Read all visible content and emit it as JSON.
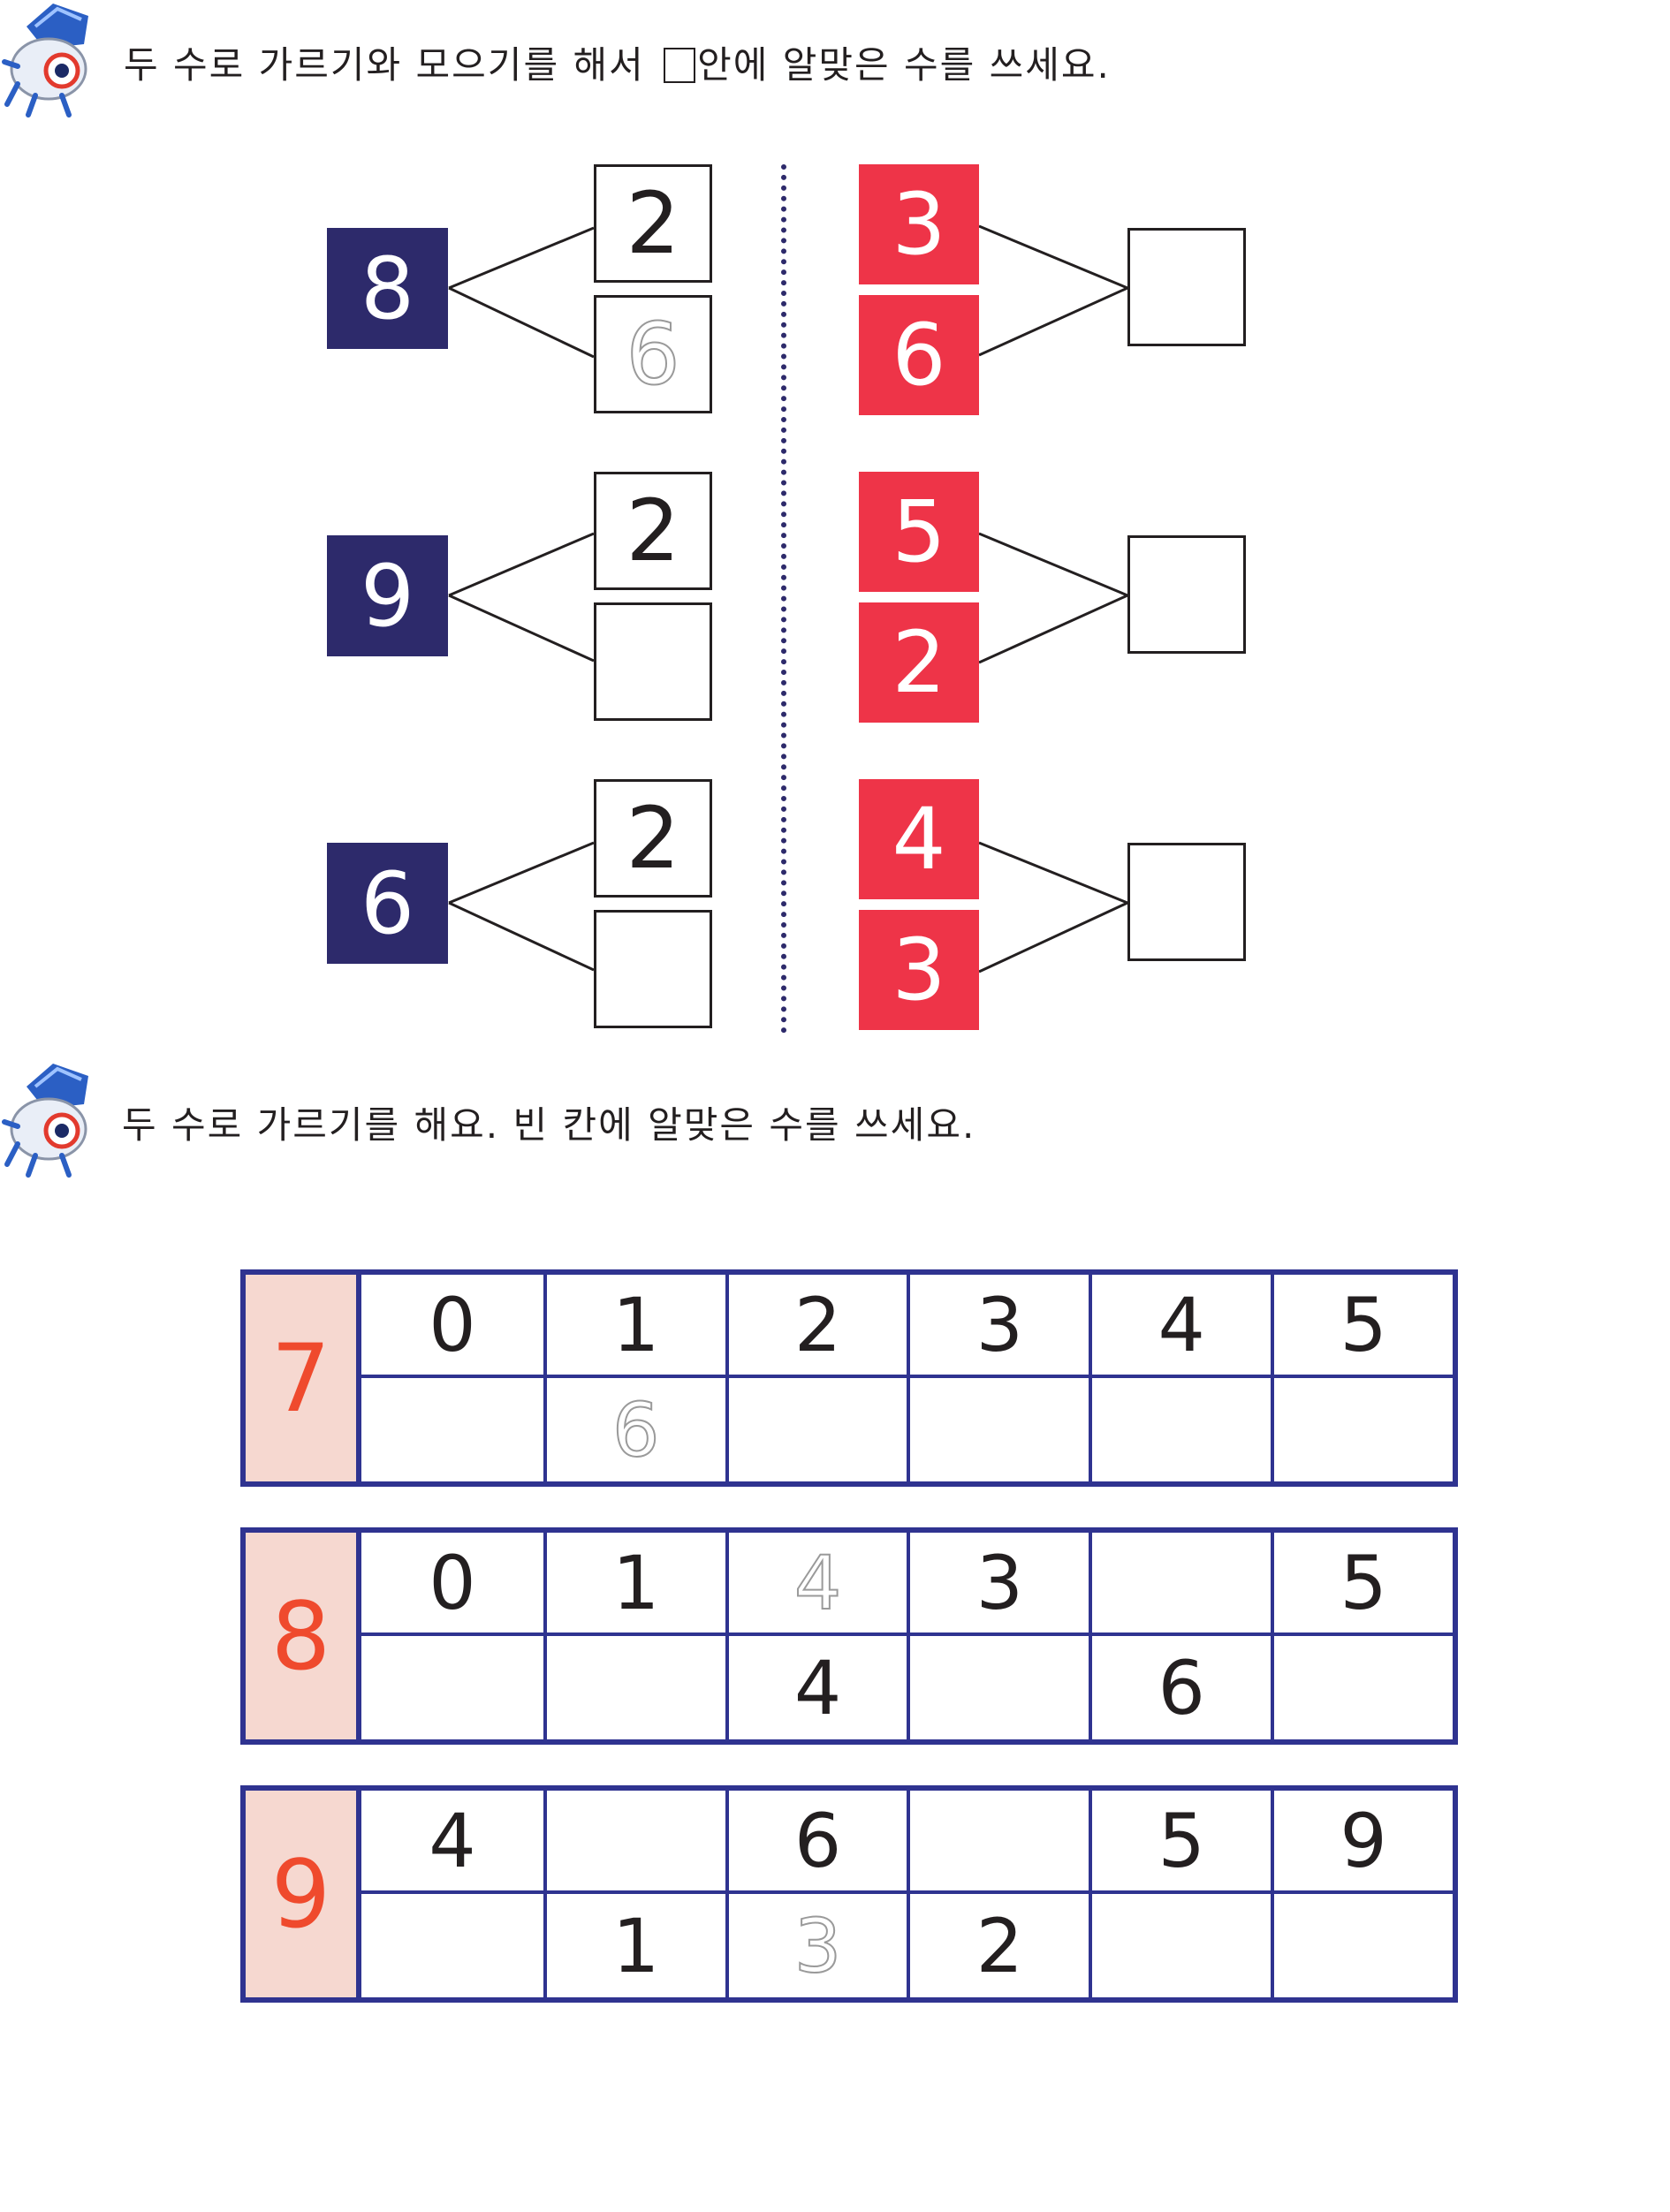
{
  "section1": {
    "instruction_before": "두 수로 가르기와 모으기를 해서",
    "instruction_after": "안에 알맞은 수를 쓰세요.",
    "split_problems": [
      {
        "whole": "8",
        "top": "2",
        "bottom": "",
        "bottom_hint": "6"
      },
      {
        "whole": "9",
        "top": "2",
        "bottom": "",
        "bottom_hint": ""
      },
      {
        "whole": "6",
        "top": "2",
        "bottom": "",
        "bottom_hint": ""
      }
    ],
    "combine_problems": [
      {
        "top": "3",
        "bottom": "6",
        "answer": ""
      },
      {
        "top": "5",
        "bottom": "2",
        "answer": ""
      },
      {
        "top": "4",
        "bottom": "3",
        "answer": ""
      }
    ]
  },
  "section2": {
    "instruction": "두 수로 가르기를 해요. 빈 칸에 알맞은 수를 쓰세요.",
    "tables": [
      {
        "whole": "7",
        "top": [
          "0",
          "1",
          "2",
          "3",
          "4",
          "5"
        ],
        "top_hint": [
          "",
          "",
          "",
          "",
          "",
          ""
        ],
        "bottom": [
          "",
          "",
          "",
          "",
          "",
          ""
        ],
        "bottom_hint": [
          "",
          "6",
          "",
          "",
          "",
          ""
        ]
      },
      {
        "whole": "8",
        "top": [
          "0",
          "1",
          "",
          "3",
          "",
          "5"
        ],
        "top_hint": [
          "",
          "",
          "4",
          "",
          "",
          ""
        ],
        "bottom": [
          "",
          "",
          "4",
          "",
          "6",
          ""
        ],
        "bottom_hint": [
          "",
          "",
          "",
          "",
          "",
          ""
        ]
      },
      {
        "whole": "9",
        "top": [
          "4",
          "",
          "6",
          "",
          "5",
          "9"
        ],
        "top_hint": [
          "",
          "",
          "",
          "",
          "",
          ""
        ],
        "bottom": [
          "",
          "1",
          "",
          "2",
          "",
          ""
        ],
        "bottom_hint": [
          "",
          "",
          "3",
          "",
          "",
          ""
        ]
      }
    ]
  },
  "colors": {
    "navy": "#2d2a6b",
    "red": "#ee3448",
    "table_border": "#2f3390",
    "table_head_bg": "#f6d8d0",
    "table_head_text": "#ef4a2d"
  },
  "icons": {
    "mascot": "robot-mascot-icon"
  }
}
